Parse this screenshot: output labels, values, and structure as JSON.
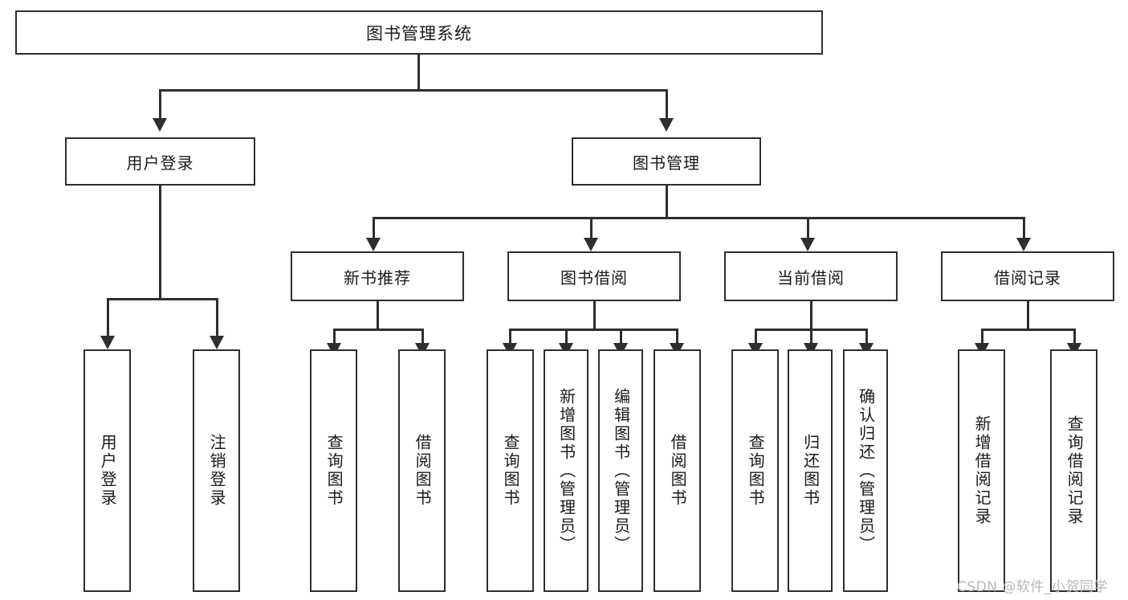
{
  "diagram": {
    "title": "图书管理系统",
    "root": {
      "label": "图书管理系统"
    },
    "level2": [
      {
        "label": "用户登录"
      },
      {
        "label": "图书管理"
      }
    ],
    "level3": [
      {
        "label": "新书推荐"
      },
      {
        "label": "图书借阅"
      },
      {
        "label": "当前借阅"
      },
      {
        "label": "借阅记录"
      }
    ],
    "leaves": {
      "user_login": [
        {
          "label": "用户登录"
        },
        {
          "label": "注销登录"
        }
      ],
      "new_book_recommend": [
        {
          "label": "查询图书"
        },
        {
          "label": "借阅图书"
        }
      ],
      "book_borrow": [
        {
          "label": "查询图书"
        },
        {
          "label": "新增图书（管理员）"
        },
        {
          "label": "编辑图书（管理员）"
        },
        {
          "label": "借阅图书"
        }
      ],
      "current_borrow": [
        {
          "label": "查询图书"
        },
        {
          "label": "归还图书"
        },
        {
          "label": "确认归还（管理员）"
        }
      ],
      "borrow_record": [
        {
          "label": "新增借阅记录"
        },
        {
          "label": "查询借阅记录"
        }
      ]
    }
  },
  "watermark": {
    "text": "CSDN @软件_小贺同学"
  },
  "colors": {
    "stroke": "#2e2e2e",
    "text": "#1a1a1a",
    "background": "#ffffff",
    "watermark": "#b9b9b9"
  }
}
